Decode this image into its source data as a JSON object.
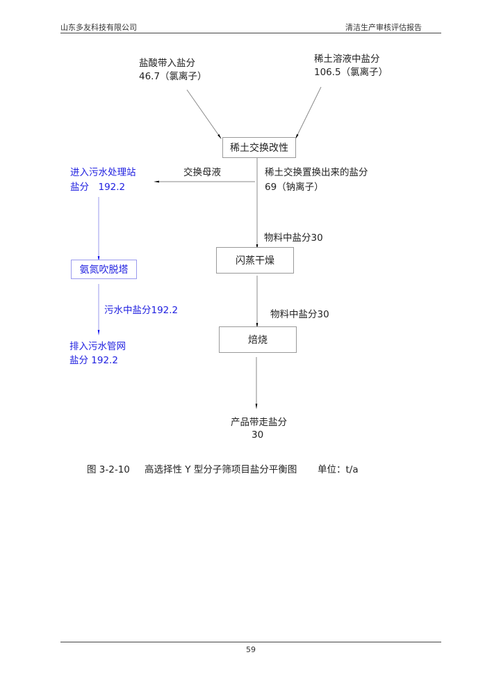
{
  "header": {
    "company": "山东多友科技有限公司",
    "report": "清洁生产审核评估报告"
  },
  "diagram": {
    "input1": {
      "line1": "盐酸带入盐分",
      "line2": "46.7（氯离子）"
    },
    "input2": {
      "line1": "稀土溶液中盐分",
      "line2": "106.5（氯离子）"
    },
    "box_exchange": "稀土交换改性",
    "mother_liquor": "交换母液",
    "replaced_salt": {
      "line1": "稀土交换置换出来的盐分",
      "line2": "69（钠离子）"
    },
    "to_wastewater": {
      "line1": "进入污水处理站",
      "line2": "盐分　192.2"
    },
    "box_stripping": "氨氮吹脱塔",
    "wastewater_salt": "污水中盐分192.2",
    "to_sewer": {
      "line1": "排入污水管网",
      "line2": "盐分 192.2"
    },
    "material_salt_1": "物料中盐分30",
    "box_flash_dry": "闪蒸干燥",
    "material_salt_2": "物料中盐分30",
    "box_roast": "焙烧",
    "product": {
      "line1": "产品带走盐分",
      "line2": "30"
    },
    "colors": {
      "wastewater": "#2020e0",
      "main": "#222222"
    }
  },
  "caption": {
    "number": "图 3-2-10",
    "title": "高选择性 Y 型分子筛项目盐分平衡图",
    "unit": "单位：t/a"
  },
  "footer": {
    "page": "59"
  }
}
